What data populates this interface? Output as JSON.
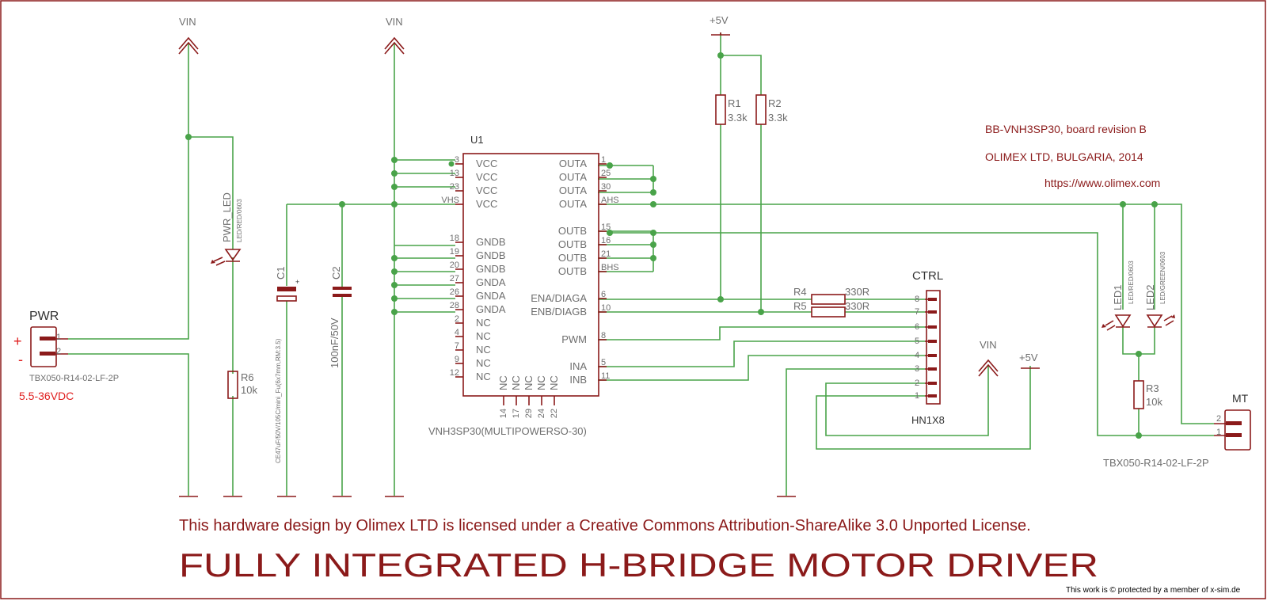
{
  "frame": {
    "footer_note": "This work is © protected by a member of x-sim.de"
  },
  "title": "FULLY INTEGRATED H-BRIDGE MOTOR DRIVER",
  "license": "This hardware design by Olimex LTD is licensed under a Creative Commons Attribution-ShareAlike 3.0 Unported License.",
  "info": {
    "board": "BB-VNH3SP30, board revision B",
    "company": "OLIMEX LTD, BULGARIA, 2014",
    "url": "https://www.olimex.com"
  },
  "supplies": {
    "vin": "VIN",
    "v5": "+5V"
  },
  "pwr": {
    "name": "PWR",
    "part": "TBX050-R14-02-LF-2P",
    "range": "5.5-36VDC",
    "plus": "+",
    "minus": "-",
    "pin1": "1",
    "pin2": "2"
  },
  "pwr_led": {
    "name": "PWR_LED",
    "value": "LED/RED/0603"
  },
  "r6": {
    "name": "R6",
    "value": "10k"
  },
  "c1": {
    "name": "C1",
    "value": "CE47uF/50V/105C/mini_Fu(6x7mm,RM:3.5)",
    "pol": "+"
  },
  "c2": {
    "name": "C2",
    "value": "100nF/50V"
  },
  "u1": {
    "name": "U1",
    "part": "VNH3SP30(MULTIPOWERSO-30)",
    "left_pins": [
      {
        "num": "3",
        "label": "VCC"
      },
      {
        "num": "13",
        "label": "VCC"
      },
      {
        "num": "23",
        "label": "VCC"
      },
      {
        "num": "VHS",
        "label": "VCC"
      },
      {
        "num": "18",
        "label": "GNDB"
      },
      {
        "num": "19",
        "label": "GNDB"
      },
      {
        "num": "20",
        "label": "GNDB"
      },
      {
        "num": "27",
        "label": "GNDA"
      },
      {
        "num": "26",
        "label": "GNDA"
      },
      {
        "num": "28",
        "label": "GNDA"
      },
      {
        "num": "2",
        "label": "NC"
      },
      {
        "num": "4",
        "label": "NC"
      },
      {
        "num": "7",
        "label": "NC"
      },
      {
        "num": "9",
        "label": "NC"
      },
      {
        "num": "12",
        "label": "NC"
      }
    ],
    "right_pins": [
      {
        "num": "1",
        "label": "OUTA"
      },
      {
        "num": "25",
        "label": "OUTA"
      },
      {
        "num": "30",
        "label": "OUTA"
      },
      {
        "num": "AHS",
        "label": "OUTA"
      },
      {
        "num": "15",
        "label": "OUTB"
      },
      {
        "num": "16",
        "label": "OUTB"
      },
      {
        "num": "21",
        "label": "OUTB"
      },
      {
        "num": "BHS",
        "label": "OUTB"
      },
      {
        "num": "6",
        "label": "ENA/DIAGA"
      },
      {
        "num": "10",
        "label": "ENB/DIAGB"
      },
      {
        "num": "8",
        "label": "PWM"
      },
      {
        "num": "5",
        "label": "INA"
      },
      {
        "num": "11",
        "label": "INB"
      }
    ],
    "bottom_nc": [
      "NC",
      "NC",
      "NC",
      "NC",
      "NC"
    ],
    "bottom_nums": [
      "14",
      "17",
      "29",
      "24",
      "22"
    ]
  },
  "r1": {
    "name": "R1",
    "value": "3.3k"
  },
  "r2": {
    "name": "R2",
    "value": "3.3k"
  },
  "r3": {
    "name": "R3",
    "value": "10k"
  },
  "r4": {
    "name": "R4",
    "value": "330R"
  },
  "r5": {
    "name": "R5",
    "value": "330R"
  },
  "ctrl": {
    "name": "CTRL",
    "part": "HN1X8",
    "pins": [
      "8",
      "7",
      "6",
      "5",
      "4",
      "3",
      "2",
      "1"
    ]
  },
  "led1": {
    "name": "LED1",
    "value": "LED/RED/0603"
  },
  "led2": {
    "name": "LED2",
    "value": "LED/GREEN/0603"
  },
  "mt": {
    "name": "MT",
    "part": "TBX050-R14-02-LF-2P",
    "pin2": "2",
    "pin1": "1"
  }
}
